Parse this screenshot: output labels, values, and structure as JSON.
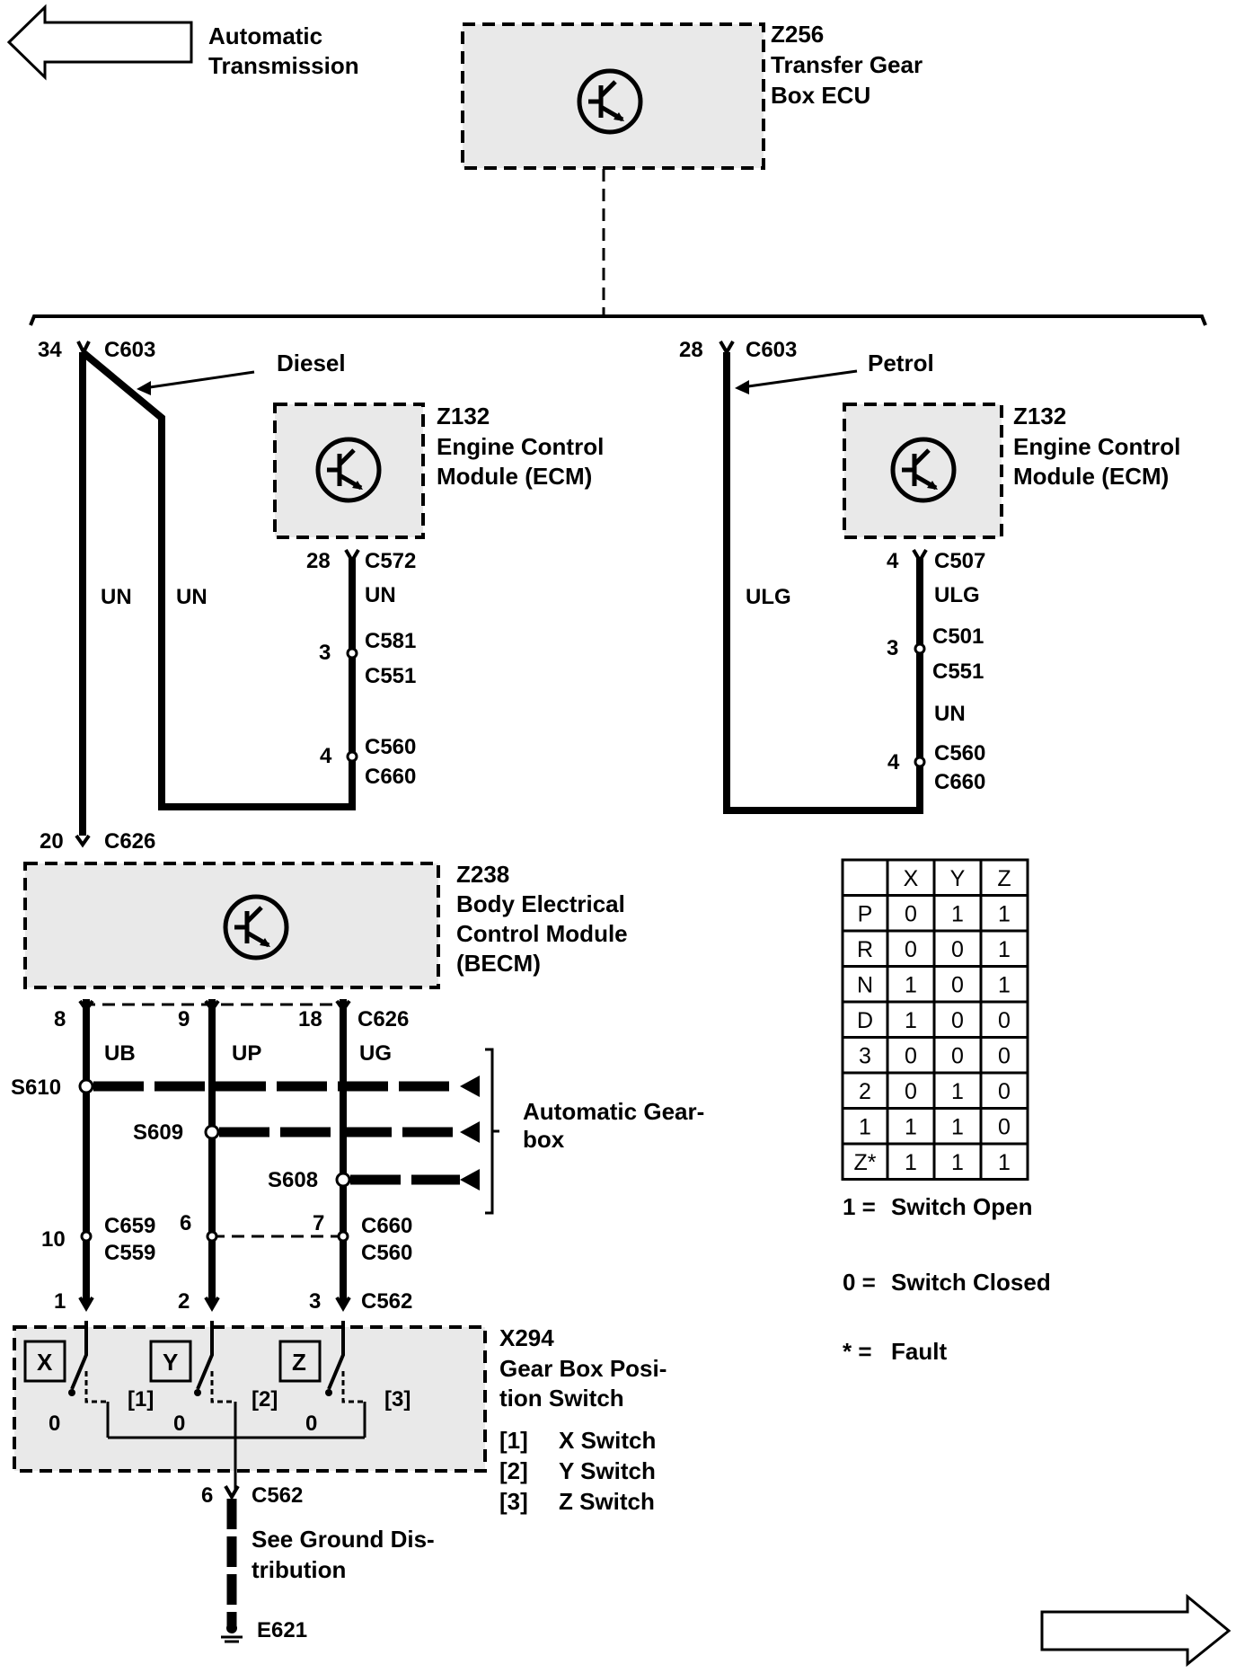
{
  "nav": {
    "prev_page_label_line1": "Automatic",
    "prev_page_label_line2": "Transmission"
  },
  "modules": {
    "tcu": {
      "id": "Z256",
      "name_line1": "Transfer Gear",
      "name_line2": "Box ECU"
    },
    "ecm_diesel": {
      "id": "Z132",
      "name_line1": "Engine Control",
      "name_line2": "Module (ECM)"
    },
    "ecm_petrol": {
      "id": "Z132",
      "name_line1": "Engine Control",
      "name_line2": "Module (ECM)"
    },
    "becm": {
      "id": "Z238",
      "name_line1": "Body Electrical",
      "name_line2": "Control Module",
      "name_line3": "(BECM)"
    },
    "switch": {
      "id": "X294",
      "name_line1": "Gear Box Posi-",
      "name_line2": "tion Switch"
    }
  },
  "variants": {
    "diesel": "Diesel",
    "petrol": "Petrol"
  },
  "diesel_circuit": {
    "pin_34": "34",
    "conn_c603": "C603",
    "wire_un_left": "UN",
    "wire_un_right": "UN",
    "pin_28": "28",
    "conn_c572": "C572",
    "wire_un_ecm": "UN",
    "pin_3": "3",
    "conn_c581": "C581",
    "conn_c551": "C551",
    "pin_4": "4",
    "conn_c560": "C560",
    "conn_c660": "C660",
    "pin_20": "20",
    "conn_c626": "C626"
  },
  "petrol_circuit": {
    "pin_28": "28",
    "conn_c603": "C603",
    "wire_ulg_left": "ULG",
    "pin_4": "4",
    "conn_c507": "C507",
    "wire_ulg_ecm": "ULG",
    "pin_3": "3",
    "conn_c501": "C501",
    "conn_c551": "C551",
    "wire_un": "UN",
    "pin_4b": "4",
    "conn_c560": "C560",
    "conn_c660": "C660"
  },
  "becm_outputs": {
    "pin_8": "8",
    "pin_9": "9",
    "pin_18": "18",
    "conn_c626": "C626",
    "wire_ub": "UB",
    "wire_up": "UP",
    "wire_ug": "UG",
    "splice_s610": "S610",
    "splice_s609": "S609",
    "splice_s608": "S608",
    "gearbox_label_line1": "Automatic Gear-",
    "gearbox_label_line2": "box",
    "pin_10": "10",
    "conn_c659": "C659",
    "conn_c559": "C559",
    "pin_6": "6",
    "pin_7": "7",
    "conn_c660": "C660",
    "conn_c560": "C560",
    "pin_1": "1",
    "pin_2": "2",
    "pin_3": "3",
    "conn_c562": "C562"
  },
  "switch_detail": {
    "x": "X",
    "y": "Y",
    "z": "Z",
    "zero": "0",
    "ref1": "[1]",
    "ref2": "[2]",
    "ref3": "[3]",
    "legend": [
      {
        "ref": "[1]",
        "text": "X Switch"
      },
      {
        "ref": "[2]",
        "text": "Y Switch"
      },
      {
        "ref": "[3]",
        "text": "Z Switch"
      }
    ]
  },
  "ground": {
    "pin_6": "6",
    "conn_c562": "C562",
    "note_line1": "See Ground Dis-",
    "note_line2": "tribution",
    "point": "E621"
  },
  "truth_table": {
    "headers": [
      "",
      "X",
      "Y",
      "Z"
    ],
    "rows": [
      [
        "P",
        "0",
        "1",
        "1"
      ],
      [
        "R",
        "0",
        "0",
        "1"
      ],
      [
        "N",
        "1",
        "0",
        "1"
      ],
      [
        "D",
        "1",
        "0",
        "0"
      ],
      [
        "3",
        "0",
        "0",
        "0"
      ],
      [
        "2",
        "0",
        "1",
        "0"
      ],
      [
        "1",
        "1",
        "1",
        "0"
      ],
      [
        "Z*",
        "1",
        "1",
        "1"
      ]
    ]
  },
  "key": {
    "one": "1 =",
    "one_text": "Switch Open",
    "zero": "0 =",
    "zero_text": "Switch Closed",
    "star": "* =",
    "star_text": "Fault"
  }
}
